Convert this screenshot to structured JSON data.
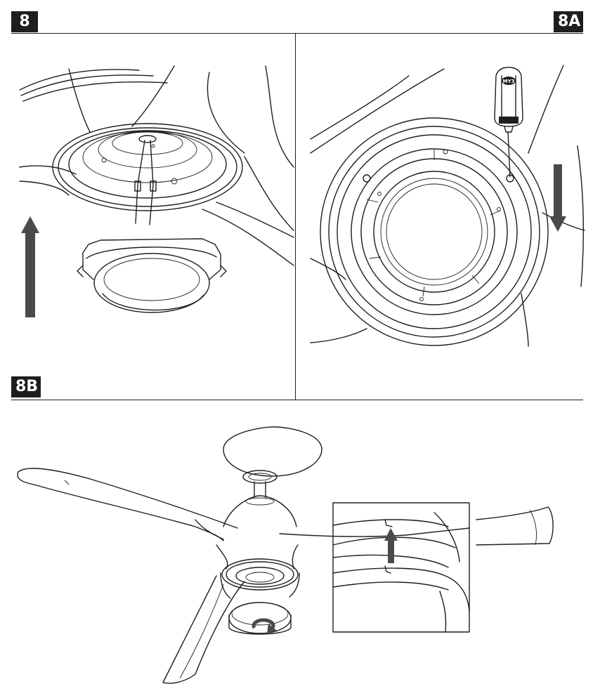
{
  "steps": {
    "main": "8",
    "a": "8A",
    "b": "8B"
  },
  "screwdriver_logo": "MY3",
  "colors": {
    "ink": "#1e1e1e",
    "arrow": "#4a4a4a",
    "background": "#ffffff"
  },
  "icons": {
    "arrow_up": "arrow-up-icon",
    "arrow_down": "arrow-down-icon",
    "rotate": "rotate-clockwise-icon"
  }
}
